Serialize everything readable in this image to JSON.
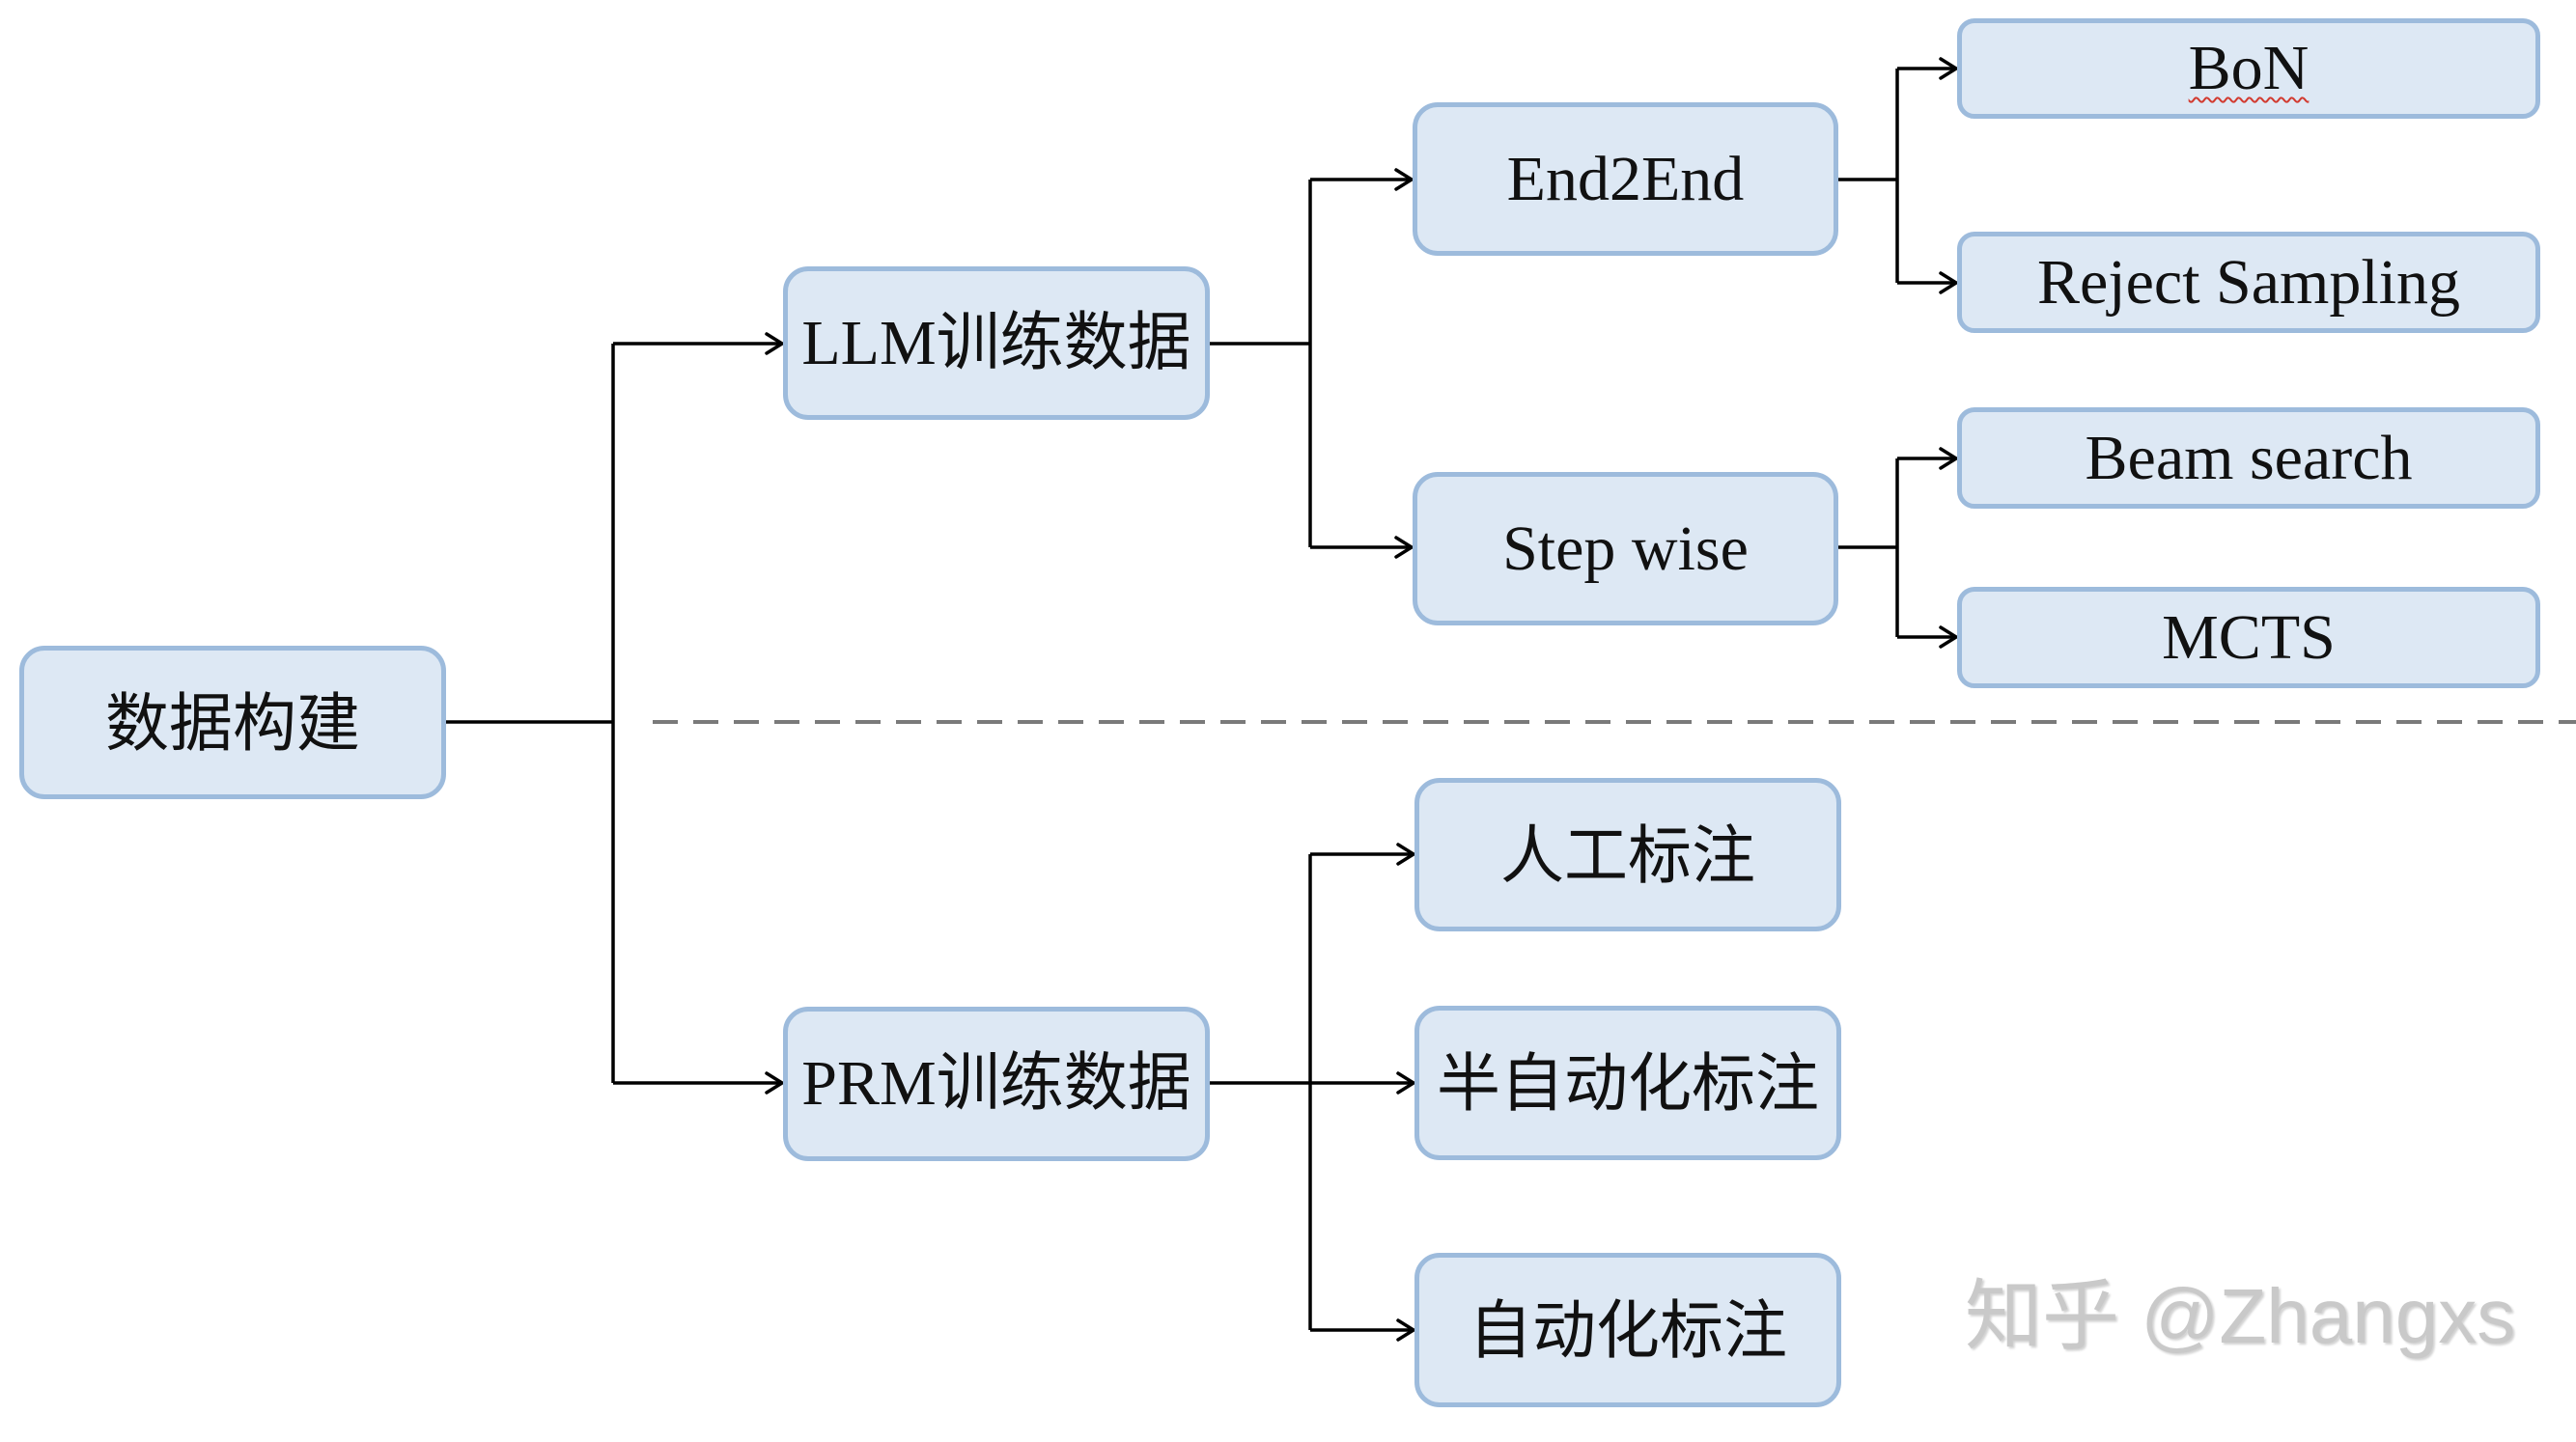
{
  "nodes": {
    "root": "数据构建",
    "llm_data": "LLM训练数据",
    "prm_data": "PRM训练数据",
    "end2end": "End2End",
    "step_wise": "Step wise",
    "bon": "BoN",
    "reject_sampling": "Reject Sampling",
    "beam_search": "Beam search",
    "mcts": "MCTS",
    "manual_annotation": "人工标注",
    "semi_auto_annotation": "半自动化标注",
    "auto_annotation": "自动化标注"
  },
  "watermark": "知乎 @Zhangxs",
  "colors": {
    "box_fill": "#dde8f4",
    "box_border": "#9dbbdc",
    "line": "#000000",
    "divider": "#7a7a7a"
  }
}
